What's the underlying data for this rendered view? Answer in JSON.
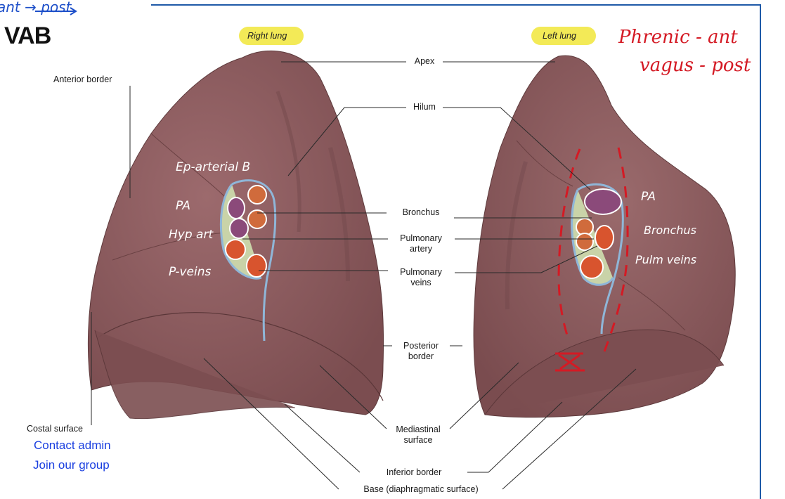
{
  "header": {
    "logo": "VAB",
    "handwritten_top": "ant → post"
  },
  "lungs": {
    "right_name": "Right lung",
    "left_name": "Left lung"
  },
  "labels": {
    "apex": "Apex",
    "hilum": "Hilum",
    "bronchus": "Bronchus",
    "pulmonary_artery": "Pulmonary\nartery",
    "pulmonary_veins": "Pulmonary\nveins",
    "posterior_border": "Posterior\nborder",
    "mediastinal_surface": "Mediastinal\nsurface",
    "inferior_border": "Inferior border",
    "base": "Base (diaphragmatic surface)",
    "anterior_border": "Anterior border",
    "costal_surface": "Costal surface"
  },
  "links": {
    "contact": "Contact admin",
    "group": "Join our group"
  },
  "annotations": {
    "right_lung": [
      "Ep-arterial B",
      "PA",
      "Hyp art",
      "P-veins"
    ],
    "left_lung": [
      "PA",
      "Bronchus",
      "Pulm veins"
    ],
    "phrenic": "Phrenic - ant",
    "vagus": "vagus - post",
    "cross_mark": "X"
  },
  "colors": {
    "lung_fill": "#8a5a5d",
    "lung_dark": "#6e4446",
    "highlight": "#f3ea57",
    "link": "#1a3fe0",
    "red_ink": "#d41a24",
    "blue_ink": "#1d4fc9",
    "frame": "#1f5aa8"
  }
}
